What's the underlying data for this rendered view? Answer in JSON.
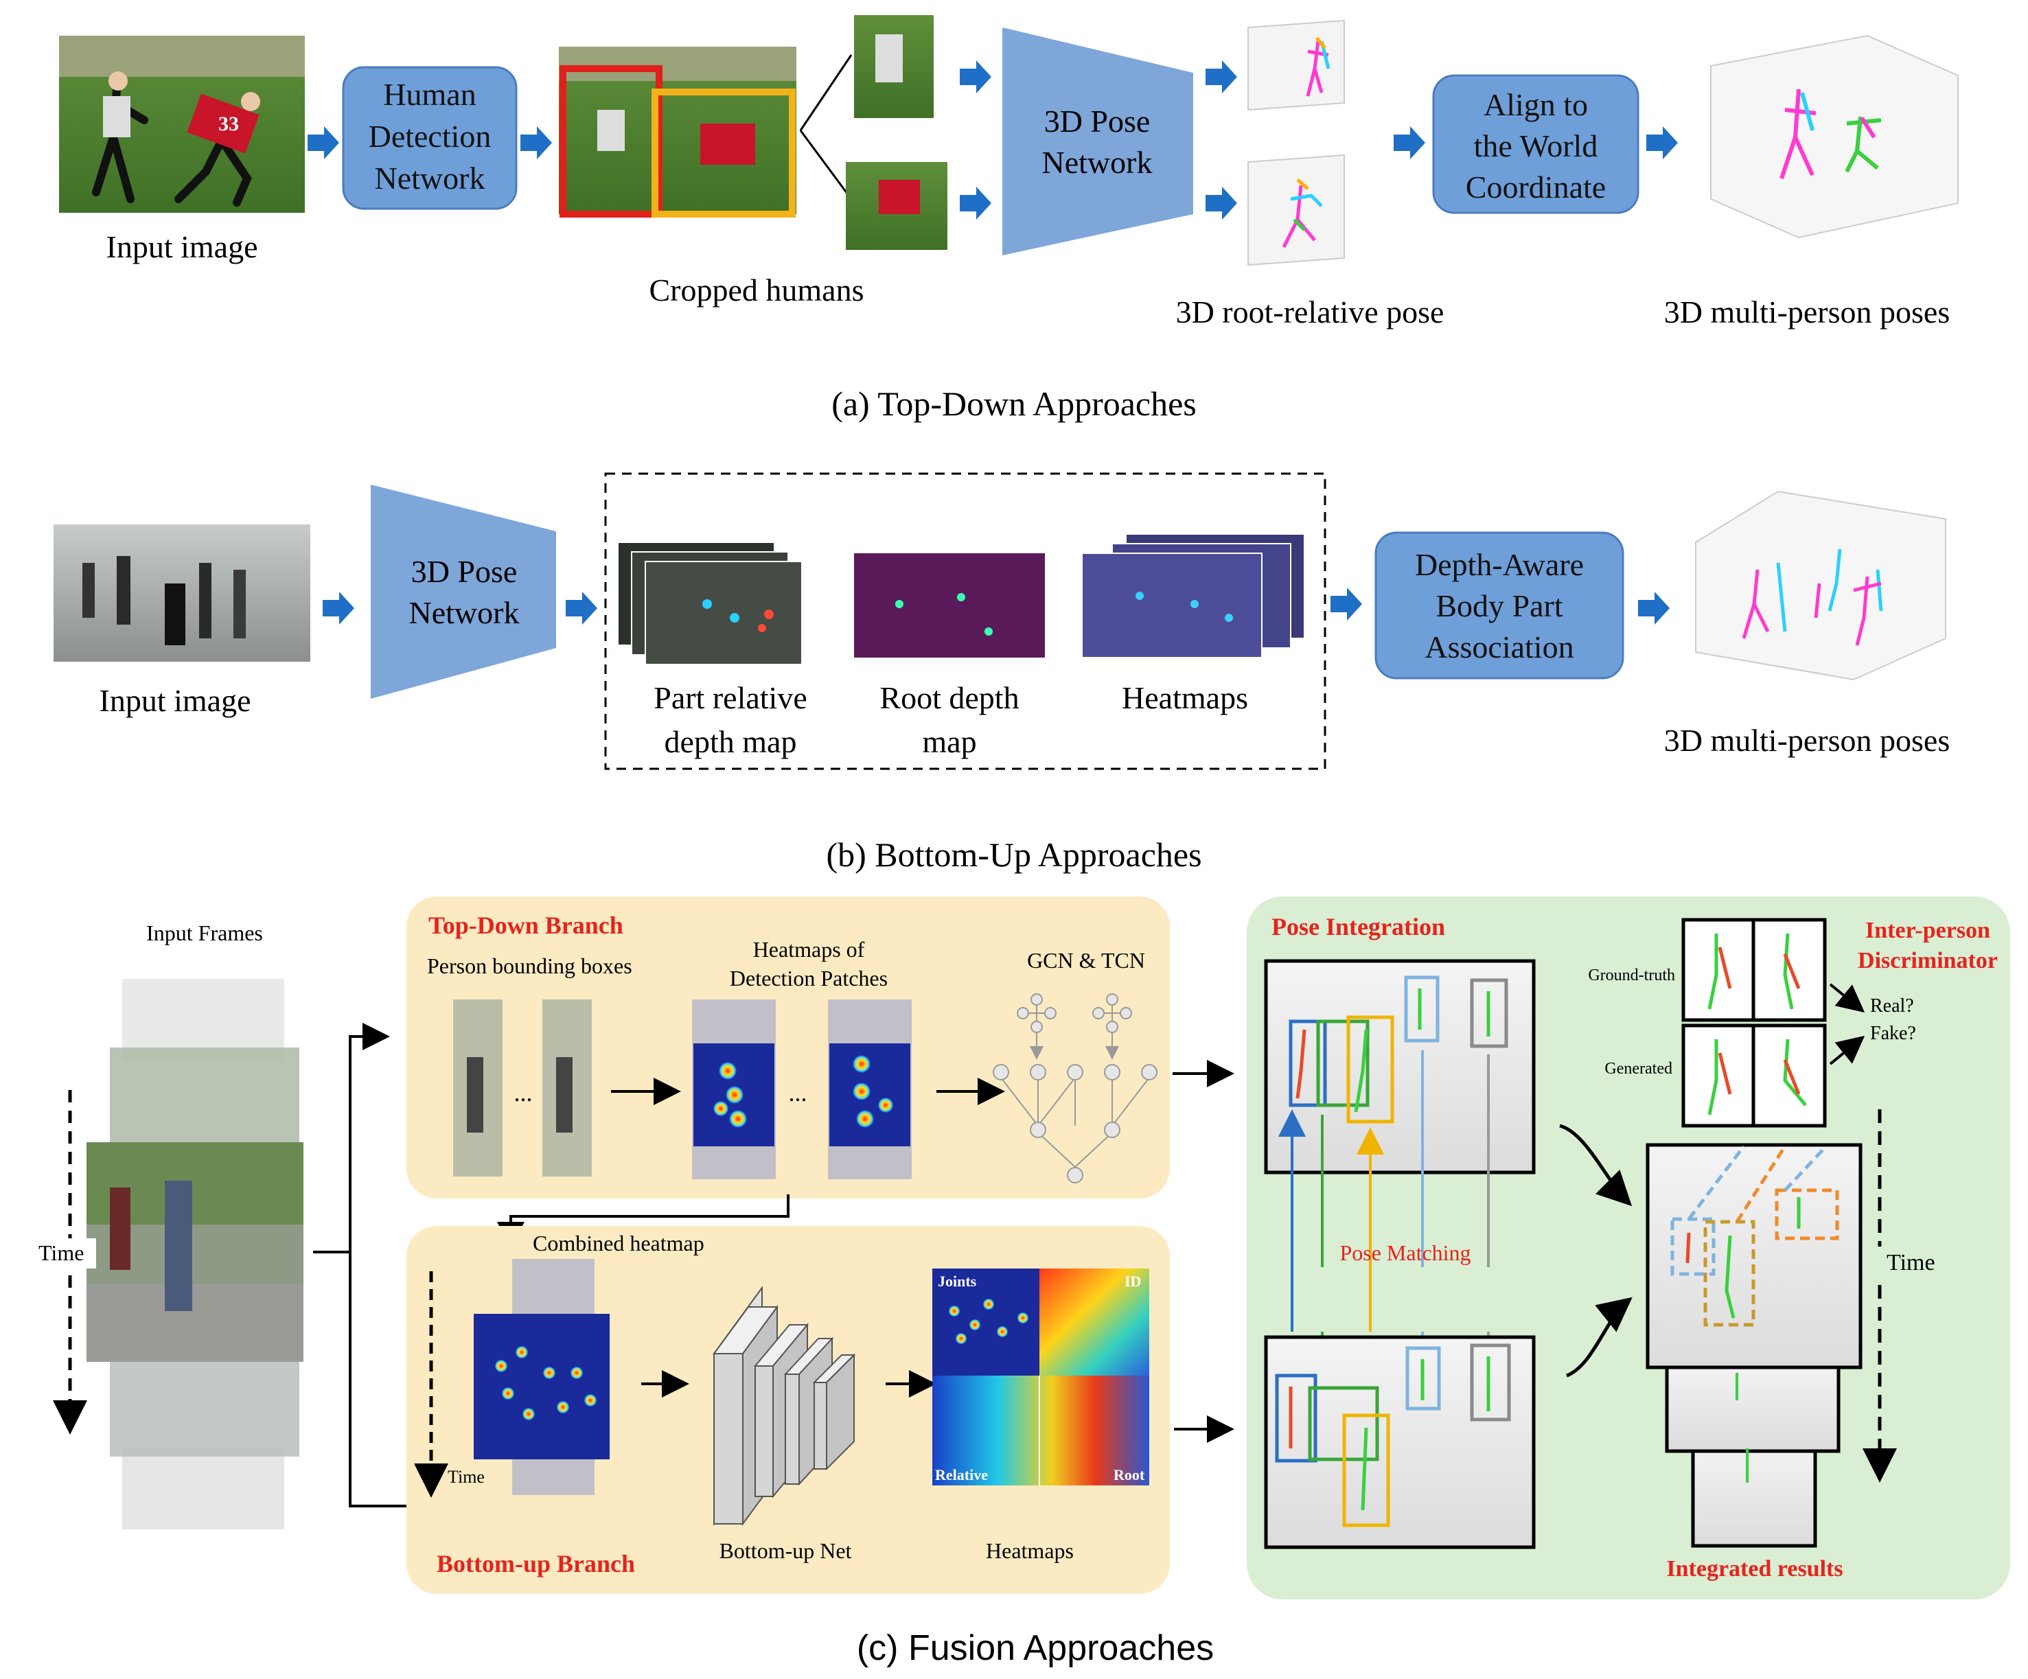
{
  "panel_a": {
    "caption": "(a) Top-Down Approaches",
    "input_label": "Input image",
    "detection_box": [
      "Human",
      "Detection",
      "Network"
    ],
    "cropped_label": "Cropped humans",
    "pose_network": [
      "3D Pose",
      "Network"
    ],
    "root_relative_label": "3D root-relative pose",
    "align_box": [
      "Align to",
      "the World",
      "Coordinate"
    ],
    "output_label": "3D multi-person poses",
    "jersey_number": "33"
  },
  "panel_b": {
    "caption": "(b) Bottom-Up Approaches",
    "input_label": "Input image",
    "pose_network": [
      "3D Pose",
      "Network"
    ],
    "map_labels": [
      [
        "Part relative",
        "depth map"
      ],
      [
        "Root depth",
        "map"
      ],
      [
        "Heatmaps"
      ]
    ],
    "association_box": [
      "Depth-Aware",
      "Body Part",
      "Association"
    ],
    "output_label": "3D multi-person poses"
  },
  "panel_c": {
    "caption": "(c) Fusion Approaches",
    "input_frames_label": "Input Frames",
    "time_label": "Time",
    "top_down_title": "Top-Down Branch",
    "person_boxes_label": "Person bounding boxes",
    "heatmaps_patches_label": [
      "Heatmaps of",
      "Detection Patches"
    ],
    "gcn_label": "GCN & TCN",
    "combined_heatmap_label": "Combined heatmap",
    "bottom_up_title": "Bottom-up Branch",
    "bottom_up_net_label": "Bottom-up Net",
    "heatmaps_label": "Heatmaps",
    "quad_labels": [
      "Joints",
      "ID",
      "Relative",
      "Root"
    ],
    "pose_integration_title": "Pose Integration",
    "pose_matching_label": "Pose Matching",
    "discriminator_title": [
      "Inter-person",
      "Discriminator"
    ],
    "ground_truth_label": "Ground-truth",
    "generated_label": "Generated",
    "real_label": "Real?",
    "fake_label": "Fake?",
    "integrated_label": "Integrated results",
    "time_label_right": "Time"
  },
  "colors": {
    "process_box": "#6f9fd8",
    "pose_network_shape": "#7ea6d9",
    "arrow_blue": "#1f6fc6",
    "branch_bg": "#fcebc2",
    "integration_bg": "#d9eed3",
    "red_title": "#e8221c"
  }
}
